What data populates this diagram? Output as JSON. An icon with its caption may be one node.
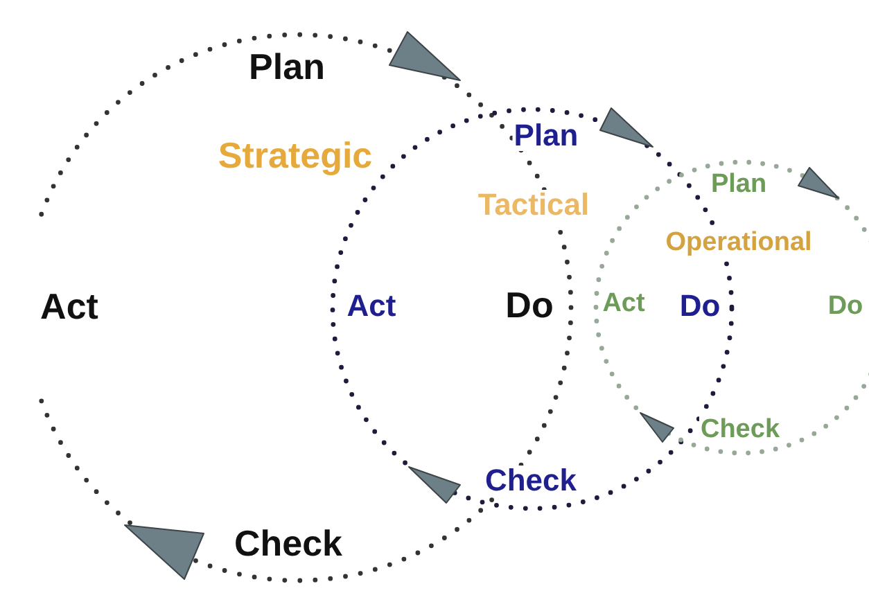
{
  "diagram": {
    "nodes": [
      {
        "text": [
          "Plan",
          "Strategic",
          "Act",
          "Check"
        ]
      },
      {
        "text": [
          "Plan",
          "Tactical",
          "Act",
          "Do",
          "Check"
        ]
      },
      {
        "text": [
          "Plan",
          "Operational",
          "Act",
          "Do",
          "Do",
          "Check"
        ]
      }
    ]
  }
}
